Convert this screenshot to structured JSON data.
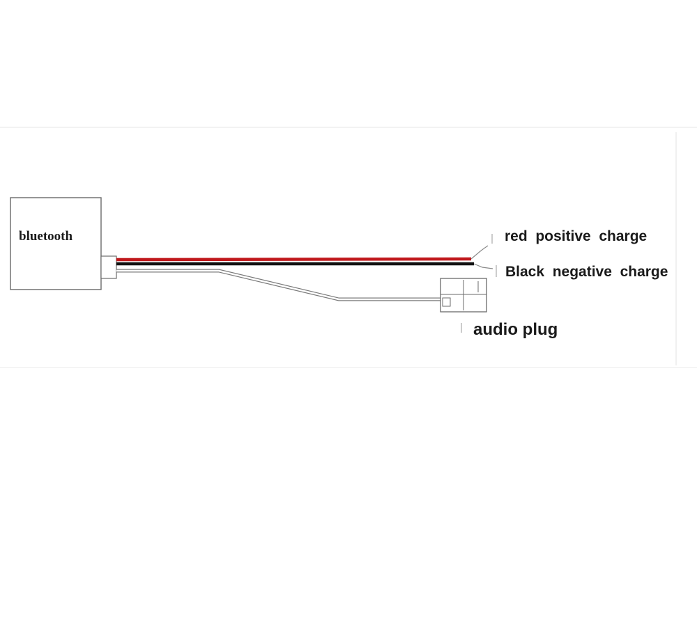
{
  "labels": {
    "module": "bluetooth",
    "red_wire": "red  positive  charge",
    "black_wire": "Black  negative  charge",
    "audio_plug": "audio plug"
  },
  "colors": {
    "red_wire": "#c0181c",
    "black_wire": "#111111",
    "outline": "#6a6a6a",
    "background": "#ffffff"
  }
}
